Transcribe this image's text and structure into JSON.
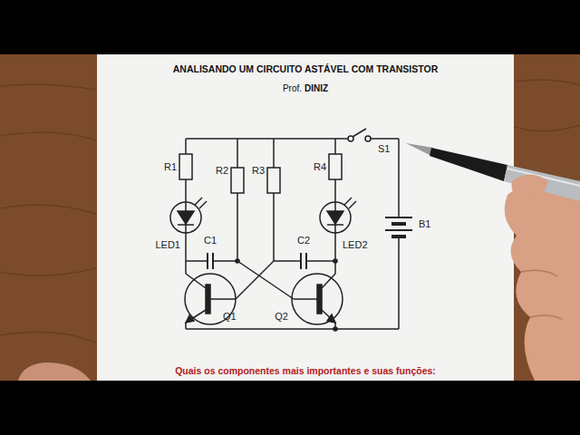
{
  "diagram": {
    "title": "ANALISANDO UM CIRCUITO ASTÁVEL COM TRANSISTOR",
    "labels": [
      "Prof.",
      "DINIZ",
      "R1",
      "R2",
      "R3",
      "R4",
      "LED1",
      "C1",
      "C2",
      "LED2",
      "Q1",
      "Q2",
      "S1",
      "B1",
      "Quais os componentes mais importantes e suas funções:"
    ]
  }
}
